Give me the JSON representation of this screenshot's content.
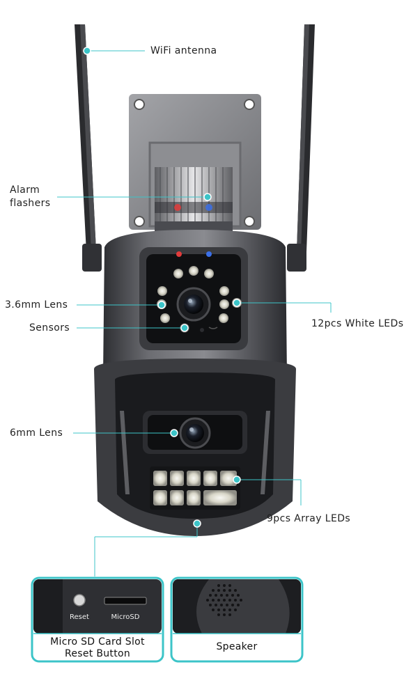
{
  "labels": {
    "wifi": "WiFi antenna",
    "alarm_line1": "Alarm",
    "alarm_line2": "flashers",
    "lens36": "3.6mm Lens",
    "sensors": "Sensors",
    "white_leds": "12pcs White LEDs",
    "lens6": "6mm Lens",
    "array_leds": "9pcs Array LEDs"
  },
  "insets": {
    "sd_caption_line1": "Micro SD Card Slot",
    "sd_caption_line2": "Reset Button",
    "sd_reset_label": "Reset",
    "sd_microsd_label": "MicroSD",
    "speaker_caption": "Speaker"
  },
  "colors": {
    "accent": "#3cc4c8",
    "body_dark": "#3d3e42",
    "body_mid": "#5a5b60",
    "text": "#222222"
  },
  "icons": [
    "wifi-antenna-icon",
    "camera-lens-icon",
    "led-icon",
    "speaker-grille-icon",
    "reset-button-icon",
    "microsd-slot-icon"
  ]
}
